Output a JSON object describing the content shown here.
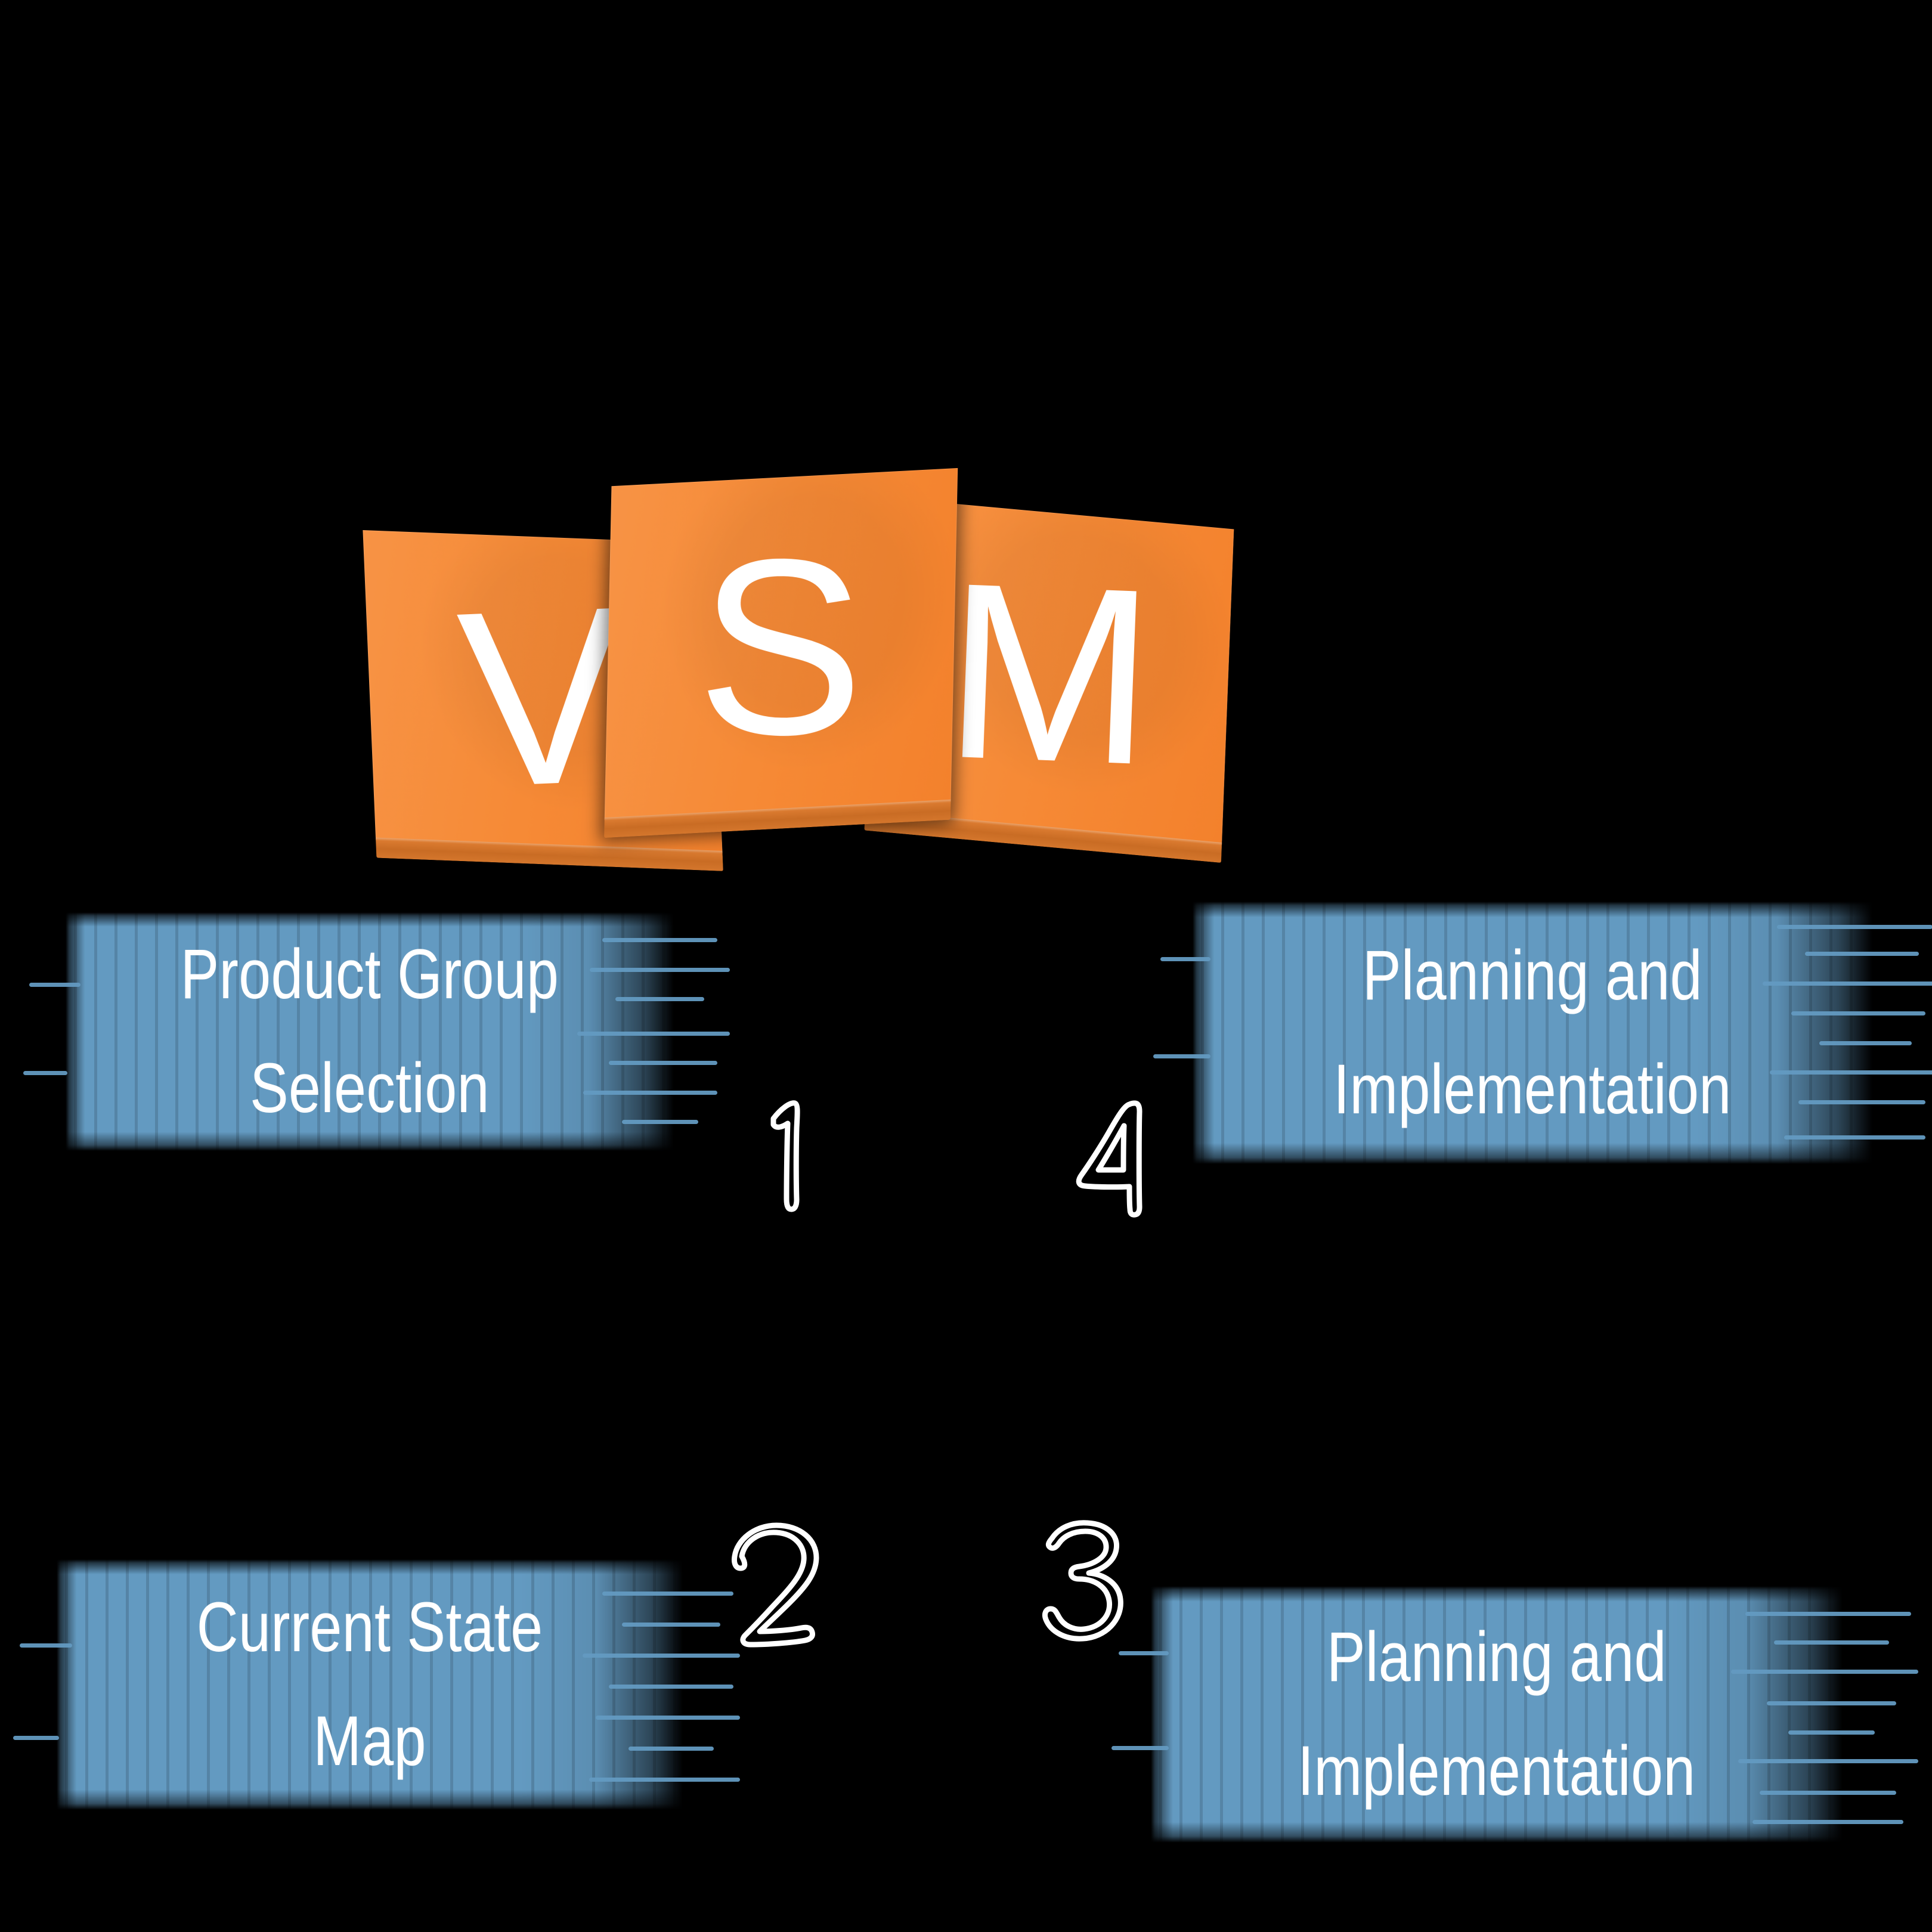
{
  "background_color": "#000000",
  "logo": {
    "name": "VSM",
    "tiles": [
      {
        "letter": "V",
        "color": "#f68a36",
        "edge_color": "#c96c24"
      },
      {
        "letter": "S",
        "color": "#f68a36",
        "edge_color": "#c96c24"
      },
      {
        "letter": "M",
        "color": "#f68a36",
        "edge_color": "#c96c24"
      }
    ]
  },
  "accent_blue": "#639ac1",
  "text_color": "#ffffff",
  "steps": [
    {
      "number": "1",
      "label": "Product Group\nSelection",
      "position": "top-left"
    },
    {
      "number": "2",
      "label": "Current State\nMap",
      "position": "bottom-left"
    },
    {
      "number": "3",
      "label": "Planning and\nImplementation",
      "position": "bottom-right"
    },
    {
      "number": "4",
      "label": "Planning and\nImplementation",
      "position": "top-right"
    }
  ]
}
